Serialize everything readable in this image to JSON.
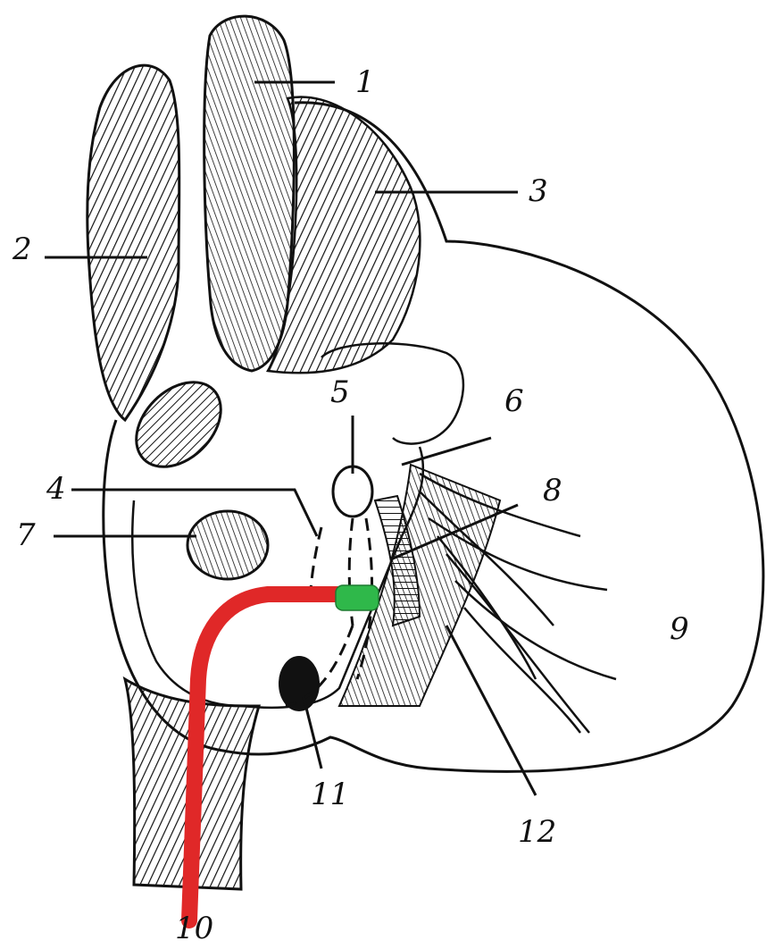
{
  "diagram": {
    "labels": [
      {
        "id": "1",
        "text": "1"
      },
      {
        "id": "2",
        "text": "2"
      },
      {
        "id": "3",
        "text": "3"
      },
      {
        "id": "4",
        "text": "4"
      },
      {
        "id": "5",
        "text": "5"
      },
      {
        "id": "6",
        "text": "6"
      },
      {
        "id": "7",
        "text": "7"
      },
      {
        "id": "8",
        "text": "8"
      },
      {
        "id": "9",
        "text": "9"
      },
      {
        "id": "10",
        "text": "10"
      },
      {
        "id": "11",
        "text": "11"
      },
      {
        "id": "12",
        "text": "12"
      }
    ],
    "colors": {
      "ink": "#111111",
      "background": "#ffffff",
      "catheter": "#e02828",
      "catheter_tip": "#2fb84a"
    }
  }
}
